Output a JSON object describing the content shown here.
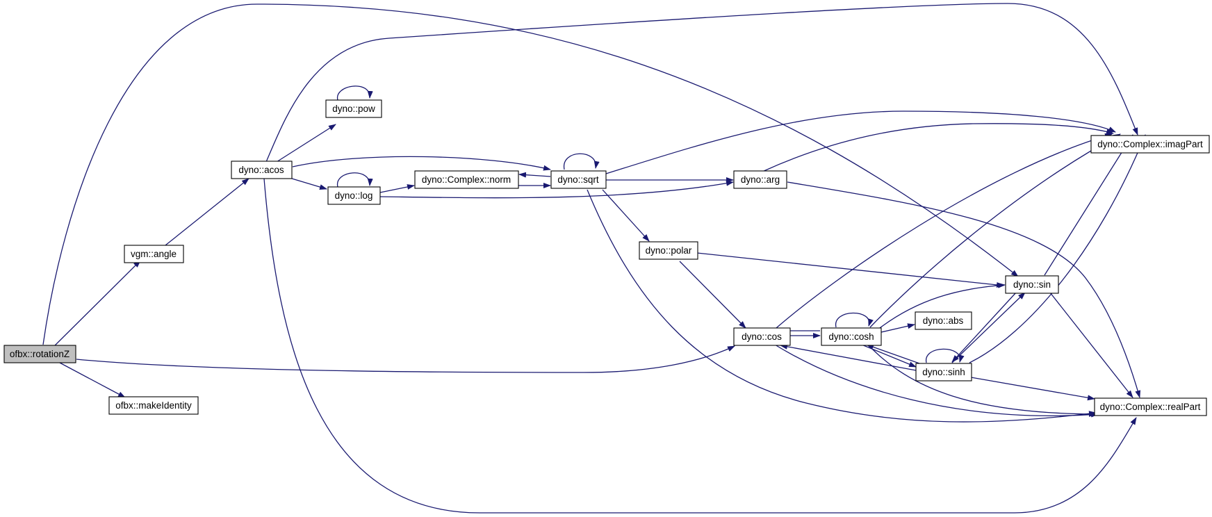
{
  "diagram": {
    "edge_color": "#191970",
    "root_fill": "#bfbfbf",
    "nodes": [
      {
        "id": "rotationZ",
        "label": "ofbx::rotationZ",
        "root": true
      },
      {
        "id": "makeIdentity",
        "label": "ofbx::makeIdentity"
      },
      {
        "id": "angle",
        "label": "vgm::angle"
      },
      {
        "id": "acos",
        "label": "dyno::acos"
      },
      {
        "id": "pow",
        "label": "dyno::pow"
      },
      {
        "id": "log",
        "label": "dyno::log"
      },
      {
        "id": "norm",
        "label": "dyno::Complex::norm"
      },
      {
        "id": "sqrt",
        "label": "dyno::sqrt"
      },
      {
        "id": "polar",
        "label": "dyno::polar"
      },
      {
        "id": "arg",
        "label": "dyno::arg"
      },
      {
        "id": "cos",
        "label": "dyno::cos"
      },
      {
        "id": "cosh",
        "label": "dyno::cosh"
      },
      {
        "id": "abs",
        "label": "dyno::abs"
      },
      {
        "id": "sinh",
        "label": "dyno::sinh"
      },
      {
        "id": "sin",
        "label": "dyno::sin"
      },
      {
        "id": "imagPart",
        "label": "dyno::Complex::imagPart"
      },
      {
        "id": "realPart",
        "label": "dyno::Complex::realPart"
      }
    ],
    "edges": [
      {
        "from": "rotationZ",
        "to": "angle"
      },
      {
        "from": "rotationZ",
        "to": "makeIdentity"
      },
      {
        "from": "rotationZ",
        "to": "cos"
      },
      {
        "from": "rotationZ",
        "to": "sin"
      },
      {
        "from": "angle",
        "to": "acos"
      },
      {
        "from": "acos",
        "to": "pow"
      },
      {
        "from": "acos",
        "to": "log"
      },
      {
        "from": "acos",
        "to": "sqrt"
      },
      {
        "from": "acos",
        "to": "imagPart"
      },
      {
        "from": "acos",
        "to": "realPart"
      },
      {
        "from": "pow",
        "to": "pow"
      },
      {
        "from": "log",
        "to": "log"
      },
      {
        "from": "log",
        "to": "norm"
      },
      {
        "from": "log",
        "to": "arg"
      },
      {
        "from": "norm",
        "to": "sqrt"
      },
      {
        "from": "sqrt",
        "to": "sqrt"
      },
      {
        "from": "sqrt",
        "to": "norm"
      },
      {
        "from": "sqrt",
        "to": "arg"
      },
      {
        "from": "sqrt",
        "to": "polar"
      },
      {
        "from": "sqrt",
        "to": "imagPart"
      },
      {
        "from": "sqrt",
        "to": "realPart"
      },
      {
        "from": "arg",
        "to": "imagPart"
      },
      {
        "from": "arg",
        "to": "realPart"
      },
      {
        "from": "polar",
        "to": "sin"
      },
      {
        "from": "polar",
        "to": "cos"
      },
      {
        "from": "cos",
        "to": "cosh"
      },
      {
        "from": "cos",
        "to": "imagPart"
      },
      {
        "from": "cos",
        "to": "realPart"
      },
      {
        "from": "cosh",
        "to": "cosh"
      },
      {
        "from": "cosh",
        "to": "cos"
      },
      {
        "from": "cosh",
        "to": "abs"
      },
      {
        "from": "cosh",
        "to": "sin"
      },
      {
        "from": "cosh",
        "to": "sinh"
      },
      {
        "from": "cosh",
        "to": "imagPart"
      },
      {
        "from": "cosh",
        "to": "realPart"
      },
      {
        "from": "sinh",
        "to": "sinh"
      },
      {
        "from": "sinh",
        "to": "cosh"
      },
      {
        "from": "sinh",
        "to": "cos"
      },
      {
        "from": "sinh",
        "to": "sin"
      },
      {
        "from": "sinh",
        "to": "imagPart"
      },
      {
        "from": "sinh",
        "to": "realPart"
      },
      {
        "from": "sin",
        "to": "sinh"
      },
      {
        "from": "sin",
        "to": "imagPart"
      },
      {
        "from": "sin",
        "to": "realPart"
      }
    ]
  }
}
